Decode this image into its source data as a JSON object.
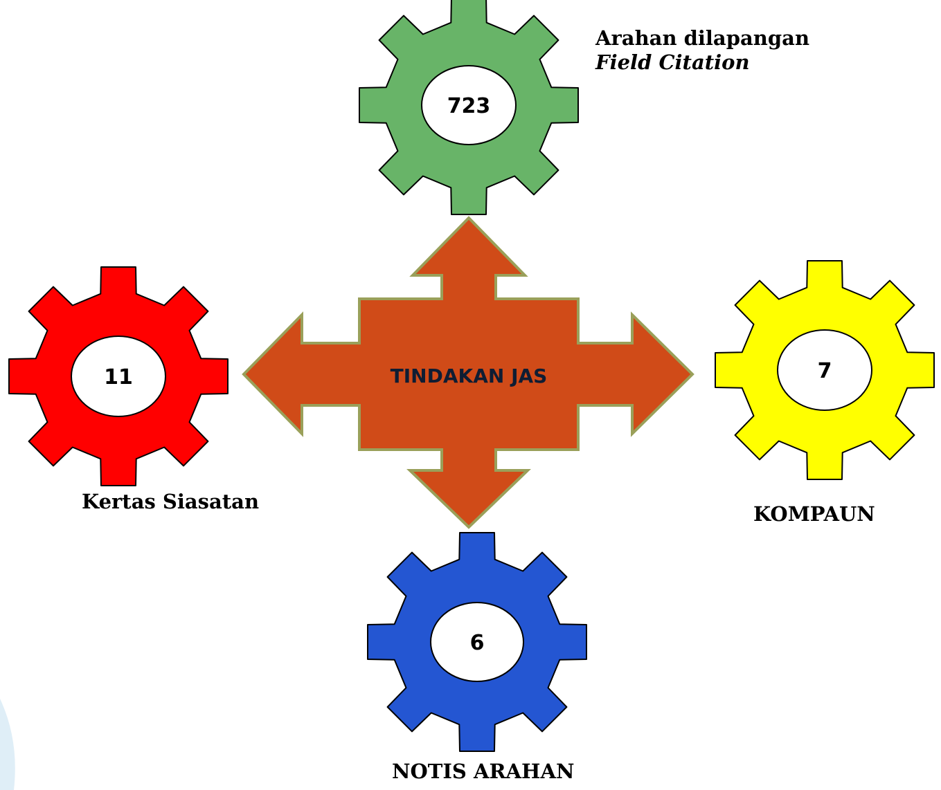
{
  "center": {
    "label": "TINDAKAN JAS",
    "fill_color": "#d04b18",
    "stroke_color": "#9aa05a"
  },
  "gears": {
    "green": {
      "value": "723",
      "label": "Arahan dilapangan",
      "sublabel": "Field Citation",
      "color": "#68b468"
    },
    "red": {
      "value": "11",
      "label": "Kertas Siasatan",
      "color": "#ff0000"
    },
    "yellow": {
      "value": "7",
      "label": "KOMPAUN",
      "color": "#ffff00"
    },
    "blue": {
      "value": "6",
      "label": "NOTIS ARAHAN",
      "color": "#2456d2"
    }
  },
  "colors": {
    "background": "#ffffff",
    "corner_tint": "#dfeef7"
  },
  "icons": [
    "gear-icon",
    "four-way-arrow-icon"
  ]
}
